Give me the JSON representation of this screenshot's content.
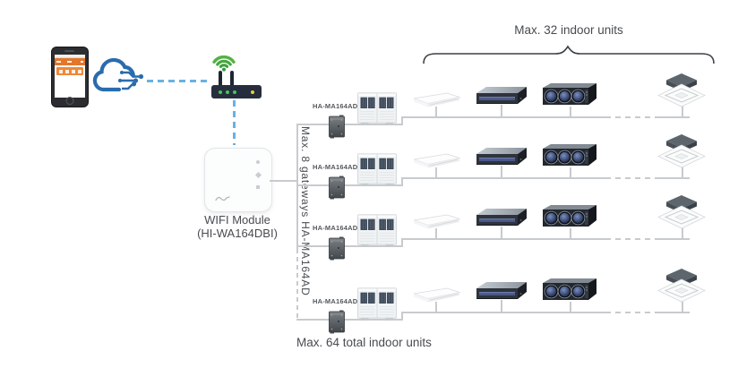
{
  "texts": {
    "wifi_module_title": "WIFI Module",
    "wifi_module_model": "(HI-WA164DBI)",
    "gateways_vertical_label": "Max. 8 gateways HA-MA164AD",
    "indoor_units_brace_label": "Max. 32 indoor units",
    "total_indoor_units_label": "Max. 64 total indoor units"
  },
  "rows": [
    {
      "gateway_label": "HA-MA164AD"
    },
    {
      "gateway_label": "HA-MA164AD"
    },
    {
      "gateway_label": "HA-MA164AD"
    },
    {
      "gateway_label": "HA-MA164AD"
    }
  ],
  "icons": {
    "smartphone": "smartphone-with-app-icon",
    "cloud": "iot-cloud-icon",
    "router": "wifi-router-icon",
    "wifi_module": "wifi-module-device",
    "gateway": "gateway-device-icon",
    "outdoor_unit": "vrf-outdoor-unit-icon",
    "underceiling_unit": "underceiling-indoor-unit-icon",
    "ducted_unit": "ducted-indoor-unit-icon",
    "high_static_unit": "high-static-ducted-indoor-unit-icon",
    "cassette_unit": "cassette-indoor-unit-icon"
  },
  "colors": {
    "cloud_blue": "#2a6cae",
    "dashed_link_blue": "#68b1e2",
    "wire_gray": "#c7cbce",
    "router_body": "#262d3c",
    "wifi_green": "#46a83f",
    "led_green": "#3fca52",
    "led_yellow": "#e6d22e",
    "app_orange": "#e4762c",
    "text_gray": "#474b50"
  }
}
